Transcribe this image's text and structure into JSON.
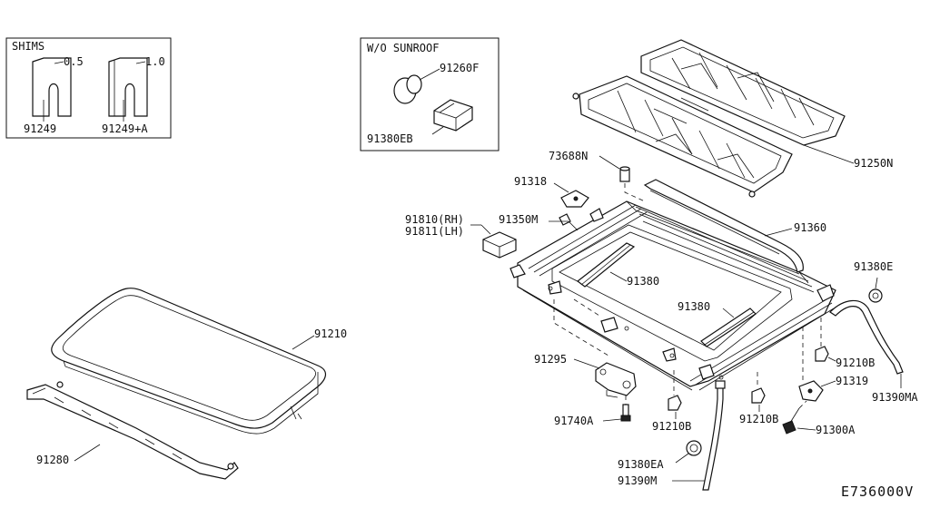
{
  "diagram_code": "E736000V",
  "boxes": {
    "shims": {
      "title": "SHIMS",
      "shim_a_thickness": "0.5",
      "shim_a_part": "91249",
      "shim_b_thickness": "1.0",
      "shim_b_part": "91249+A"
    },
    "wo_sunroof": {
      "title": "W/O SUNROOF",
      "plug_part": "91260F",
      "pad_part": "91380EB"
    }
  },
  "labels": {
    "p91210": "91210",
    "p91280": "91280",
    "p91250N": "91250N",
    "p73688N": "73688N",
    "p91318": "91318",
    "p91810": "91810(RH)",
    "p91811": "91811(LH)",
    "p91350M": "91350M",
    "p91360": "91360",
    "p91380_a": "91380",
    "p91380_b": "91380",
    "p91380E": "91380E",
    "p91295": "91295",
    "p91210B_a": "91210B",
    "p91210B_b": "91210B",
    "p91210B_c": "91210B",
    "p91319": "91319",
    "p91390MA": "91390MA",
    "p91740A": "91740A",
    "p91300A": "91300A",
    "p91380EA": "91380EA",
    "p91390M": "91390M"
  }
}
